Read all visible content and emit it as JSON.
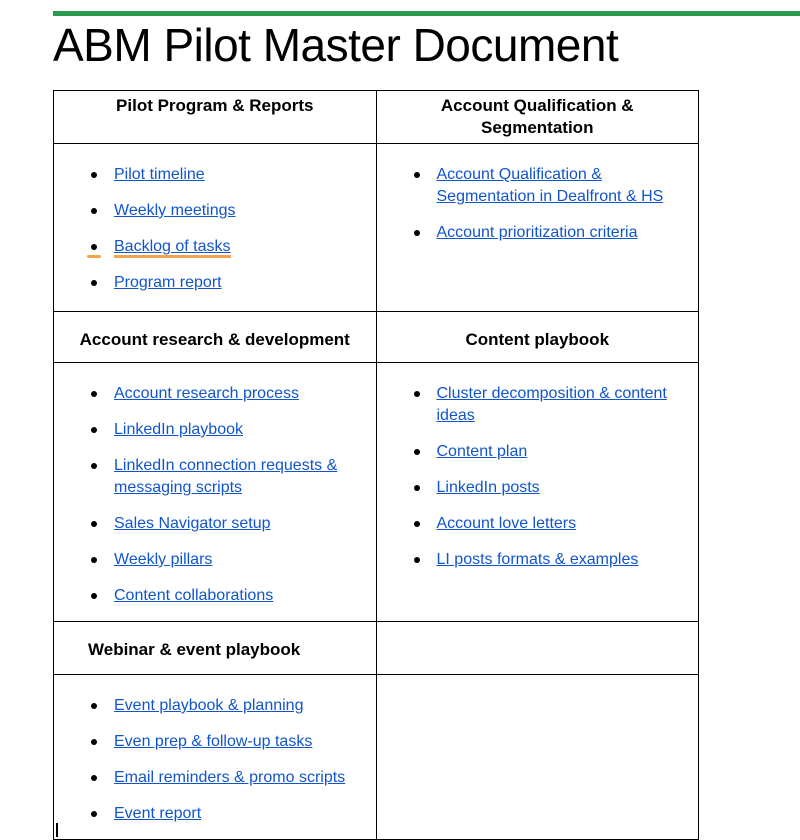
{
  "title": "ABM Pilot Master Document",
  "colors": {
    "divider_green": "#2b9a4c",
    "link_blue": "#1155cc",
    "highlight_orange": "#f6a44a",
    "table_border": "#000000"
  },
  "table": {
    "highlighted_item": "Backlog of tasks",
    "sections": [
      {
        "left": {
          "header": "Pilot Program & Reports",
          "items": [
            "Pilot timeline",
            "Weekly meetings",
            "Backlog of tasks",
            "Program report"
          ]
        },
        "right": {
          "header": "Account Qualification & Segmentation",
          "items": [
            "Account Qualification & Segmentation in Dealfront & HS",
            "Account prioritization criteria"
          ]
        }
      },
      {
        "left": {
          "header": "Account research & development",
          "items": [
            "Account research process",
            "LinkedIn playbook",
            "LinkedIn connection requests & messaging scripts",
            "Sales Navigator setup",
            "Weekly pillars",
            "Content collaborations"
          ]
        },
        "right": {
          "header": "Content playbook",
          "items": [
            "Cluster decomposition & content ideas",
            "Content plan",
            "LinkedIn posts",
            "Account love letters",
            "LI posts formats & examples"
          ]
        }
      },
      {
        "left": {
          "header": "Webinar & event playbook",
          "items": [
            "Event playbook & planning",
            "Even prep & follow-up tasks",
            "Email reminders & promo scripts",
            "Event report"
          ]
        },
        "right": {
          "header": "",
          "items": []
        }
      }
    ]
  }
}
